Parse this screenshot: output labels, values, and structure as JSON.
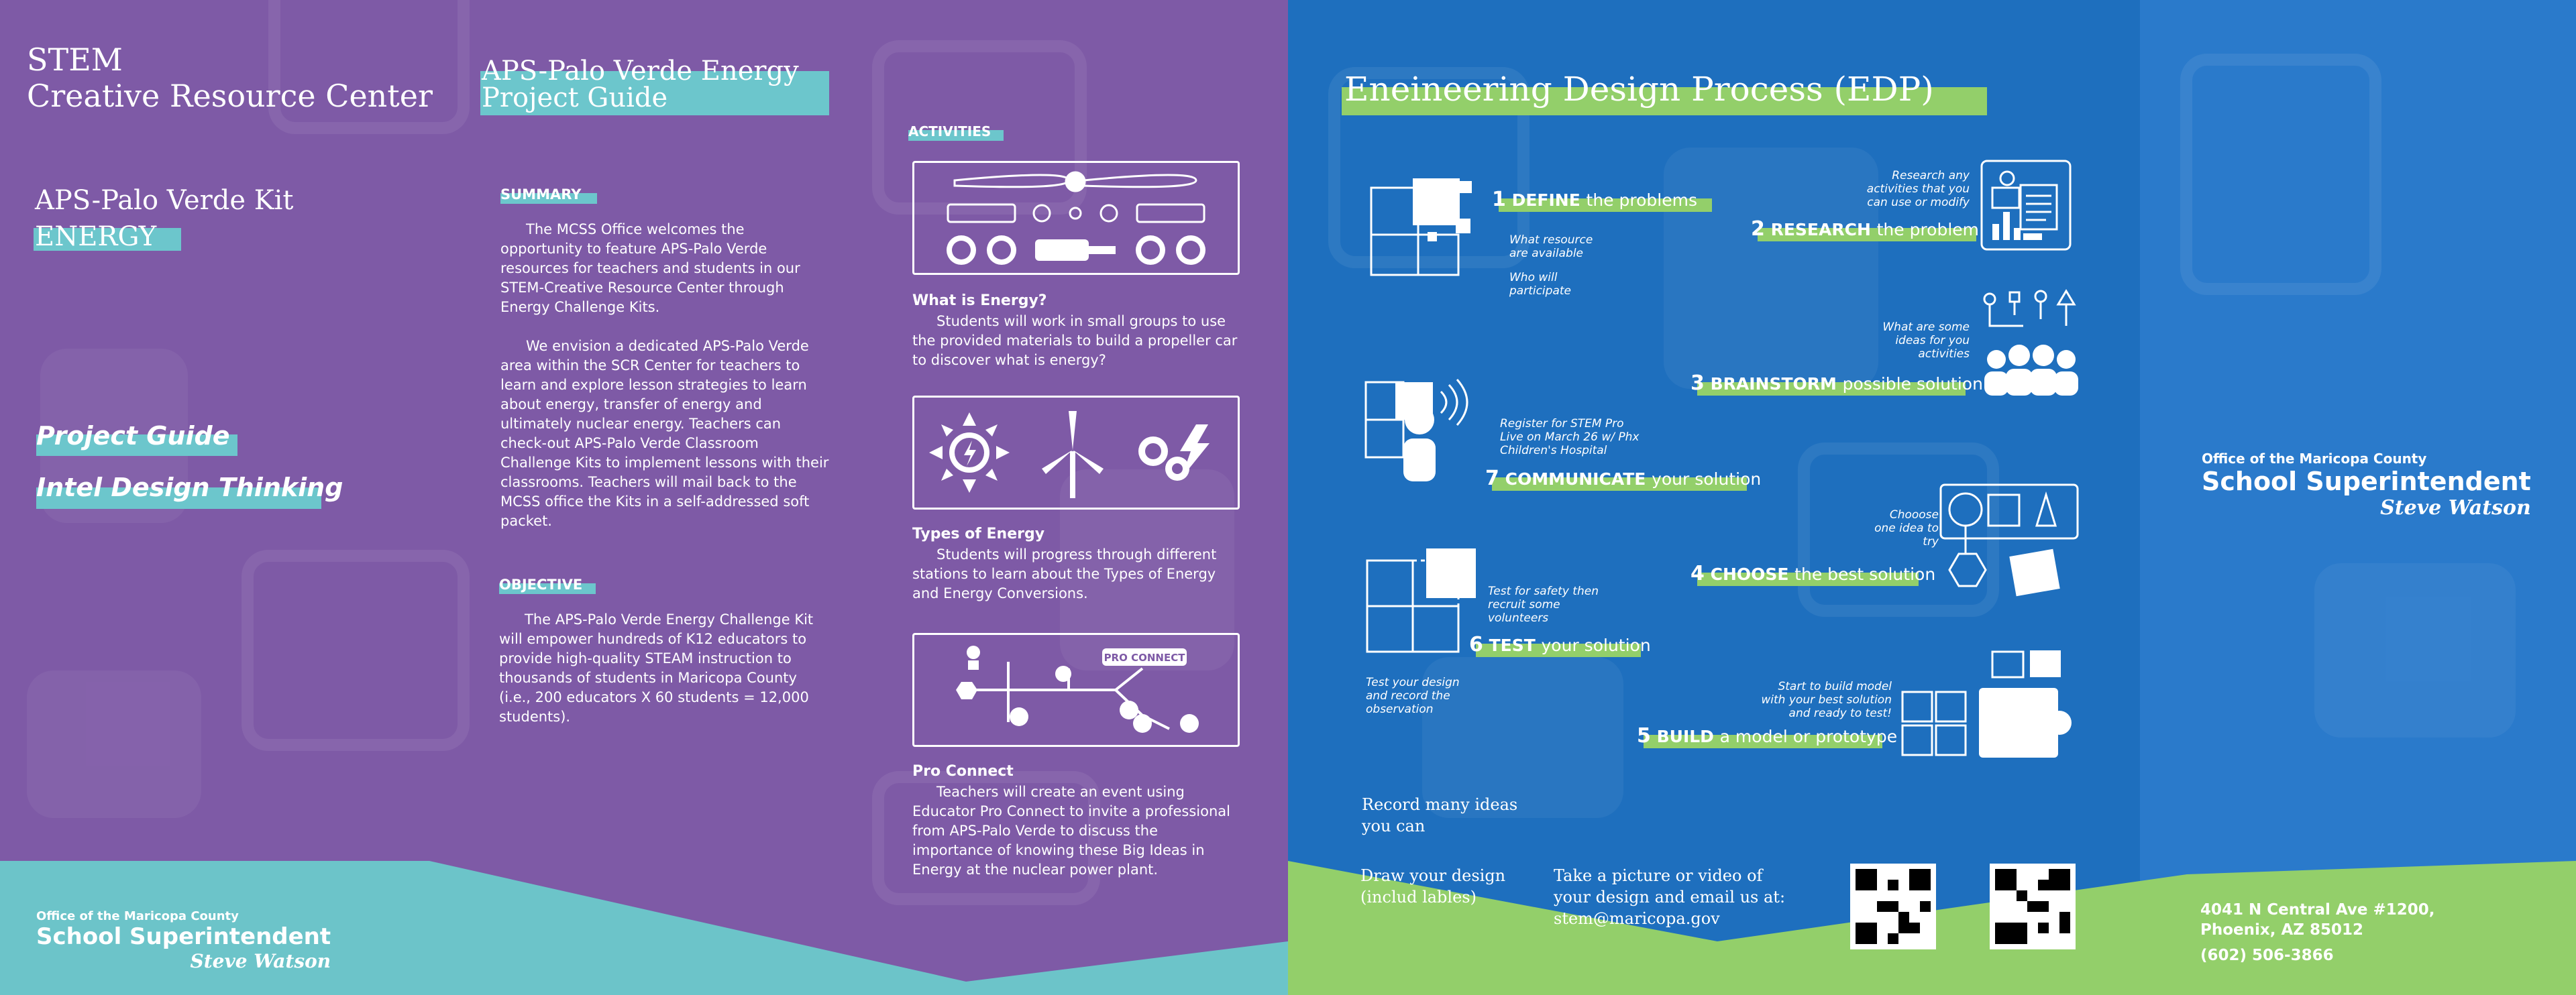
{
  "left": {
    "brand": {
      "line1": "STEM",
      "line2": "Creative Resource Center"
    },
    "kit": {
      "line1": "APS-Palo Verde Kit",
      "line2": "ENERGY"
    },
    "links": [
      "Project Guide",
      "Intel Design Thinking"
    ],
    "footer": {
      "office": "Office of the Maricopa County",
      "title": "School Superintendent",
      "name": "Steve Watson"
    }
  },
  "guide": {
    "title1": "APS-Palo Verde Energy",
    "title2": "Project Guide",
    "summary_heading": "SUMMARY",
    "summary_p1": "The MCSS Office welcomes the opportunity to feature APS-Palo Verde resources for teachers and students in our STEM-Creative Resource Center through Energy Challenge Kits.",
    "summary_p2": "We envision a dedicated APS-Palo Verde area within the SCR Center for teachers to learn and explore lesson strategies to learn about energy, transfer of energy and ultimately nuclear energy. Teachers can check-out APS-Palo Verde Classroom Challenge Kits to implement lessons with their classrooms. Teachers will mail back to the MCSS office the Kits in a self-addressed soft packet.",
    "objective_heading": "OBJECTIVE",
    "objective_p": "The APS-Palo Verde Energy Challenge Kit will empower hundreds of K12 educators to provide high-quality STEAM instruction to thousands of students in Maricopa County (i.e., 200 educators X 60 students = 12,000 students)."
  },
  "activities": {
    "heading": "ACTIVITIES",
    "items": [
      {
        "title": "What is Energy?",
        "text": "Students will work in small groups to use the provided materials to build a propeller car to discover what is energy?"
      },
      {
        "title": "Types of Energy",
        "text": "Students will progress through different stations to learn about the Types of Energy and Energy Conversions."
      },
      {
        "title": "Pro Connect",
        "text": "Teachers will create an event using Educator Pro Connect to invite a professional from APS-Palo Verde to discuss the importance of knowing these Big Ideas in Energy at the nuclear power plant."
      }
    ],
    "pro_connect_badge": "PRO CONNECT"
  },
  "edp": {
    "title": "Eneineering Design Process (EDP)",
    "steps": [
      {
        "num": "1",
        "key": "DEFINE",
        "rest": "the problems"
      },
      {
        "num": "2",
        "key": "RESEARCH",
        "rest": "the problem"
      },
      {
        "num": "3",
        "key": "BRAINSTORM",
        "rest": "possible solution"
      },
      {
        "num": "4",
        "key": "CHOOSE",
        "rest": "the best solution"
      },
      {
        "num": "5",
        "key": "BUILD",
        "rest": "a model or prototype"
      },
      {
        "num": "6",
        "key": "TEST",
        "rest": "your solution"
      },
      {
        "num": "7",
        "key": "COMMUNICATE",
        "rest": "your solution"
      }
    ],
    "notes": {
      "define_1": "What resource are available",
      "define_2": "Who will participate",
      "research": "Research any activities that you can use or modify",
      "brainstorm": "What are some ideas for you activities",
      "communicate": "Register for STEM Pro Live on March 26 w/ Phx Children's Hospital",
      "choose": "Chooose one idea to try",
      "test": "Test for safety then recruit some volunteers",
      "test_record": "Test your design and record the observation",
      "build": "Start to build model with your best solution and ready to test!"
    },
    "bottom": {
      "record": "Record many ideas you can",
      "draw": "Draw your design (includ lables)",
      "take": "Take a picture or video of your design and email us at:",
      "email": "stem@maricopa.gov"
    }
  },
  "back": {
    "office": "Office of the Maricopa County",
    "title": "School Superintendent",
    "name": "Steve Watson",
    "address1": "4041 N Central Ave #1200,",
    "address2": "Phoenix, AZ 85012",
    "phone": "(602) 506-3866"
  },
  "colors": {
    "purple": "#7e5aa6",
    "teal": "#6cc4c9",
    "blue": "#1e6fbe",
    "green": "#93cf6a"
  }
}
